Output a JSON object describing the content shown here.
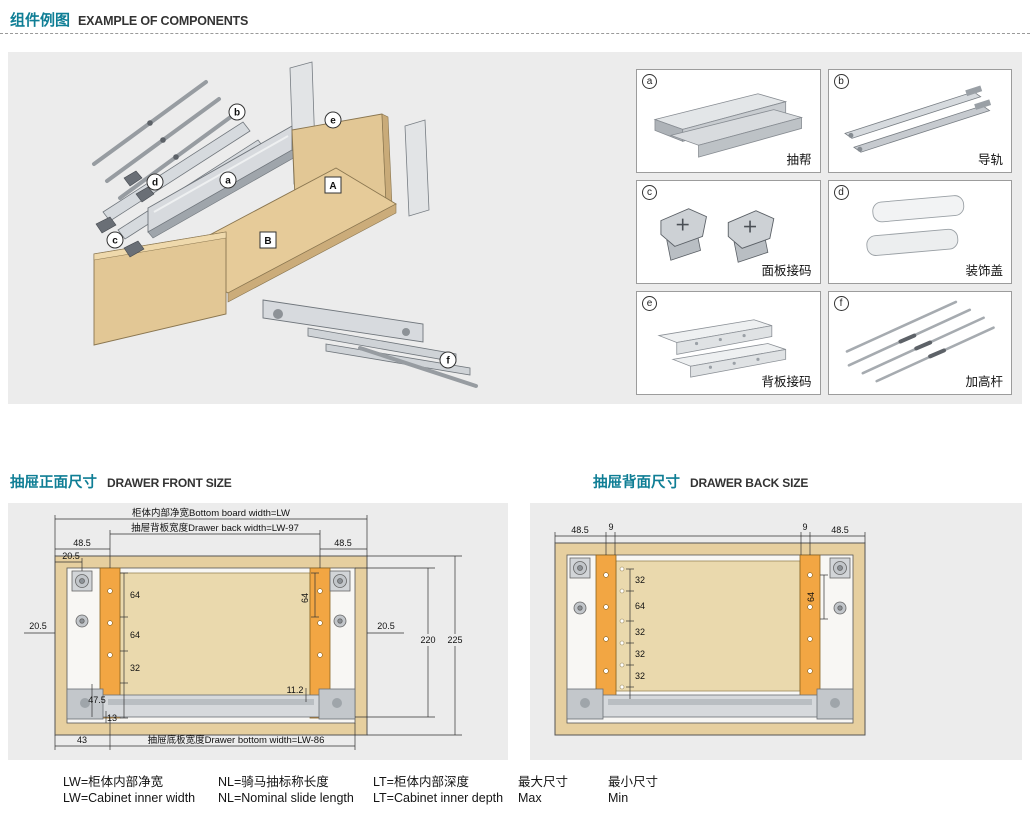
{
  "colors": {
    "accent_teal": "#0f7e95",
    "panel_gray": "#ececec",
    "wood_beige": "#e3c795",
    "profile_orange": "#f2a643"
  },
  "header": {
    "title_cn": "组件例图",
    "title_en": "EXAMPLE OF COMPONENTS"
  },
  "exploded": {
    "labels": {
      "a": "a",
      "b": "b",
      "c": "c",
      "d": "d",
      "e": "e",
      "f": "f",
      "A": "A",
      "B": "B"
    }
  },
  "components": {
    "items": [
      {
        "letter": "a",
        "label": "抽帮"
      },
      {
        "letter": "b",
        "label": "导轨"
      },
      {
        "letter": "c",
        "label": "面板接码"
      },
      {
        "letter": "d",
        "label": "装饰盖"
      },
      {
        "letter": "e",
        "label": "背板接码"
      },
      {
        "letter": "f",
        "label": "加高杆"
      }
    ]
  },
  "front_size": {
    "title_cn": "抽屉正面尺寸",
    "title_en": "DRAWER FRONT SIZE",
    "dim_top_width": "柜体内部净宽Bottom board width=LW",
    "dim_back_width": "抽屉背板宽度Drawer back width=LW-97",
    "dim_bottom_width": "抽屉底板宽度Drawer bottom width=LW-86",
    "d485_left": "48.5",
    "d485_right": "48.5",
    "d205_top": "20.5",
    "d205_left": "20.5",
    "d205_right": "20.5",
    "d64_a": "64",
    "d64_b": "64",
    "d64_right": "64",
    "d32": "32",
    "d475": "47.5",
    "d13": "13",
    "d112": "11.2",
    "d43": "43",
    "d220": "220",
    "d225": "225"
  },
  "back_size": {
    "title_cn": "抽屉背面尺寸",
    "title_en": "DRAWER BACK SIZE",
    "d485_left": "48.5",
    "d9_left": "9",
    "d9_right": "9",
    "d485_right": "48.5",
    "d32_a": "32",
    "d64": "64",
    "d32_b": "32",
    "d32_c": "32",
    "d32_d": "32",
    "d64_right": "64"
  },
  "legend": {
    "items": [
      {
        "cn": "LW=柜体内部净宽",
        "en": "LW=Cabinet inner width"
      },
      {
        "cn": "NL=骑马抽标称长度",
        "en": "NL=Nominal slide length"
      },
      {
        "cn": "LT=柜体内部深度",
        "en": "LT=Cabinet inner depth"
      },
      {
        "cn": "最大尺寸",
        "en": "Max"
      },
      {
        "cn": "最小尺寸",
        "en": "Min"
      }
    ]
  }
}
